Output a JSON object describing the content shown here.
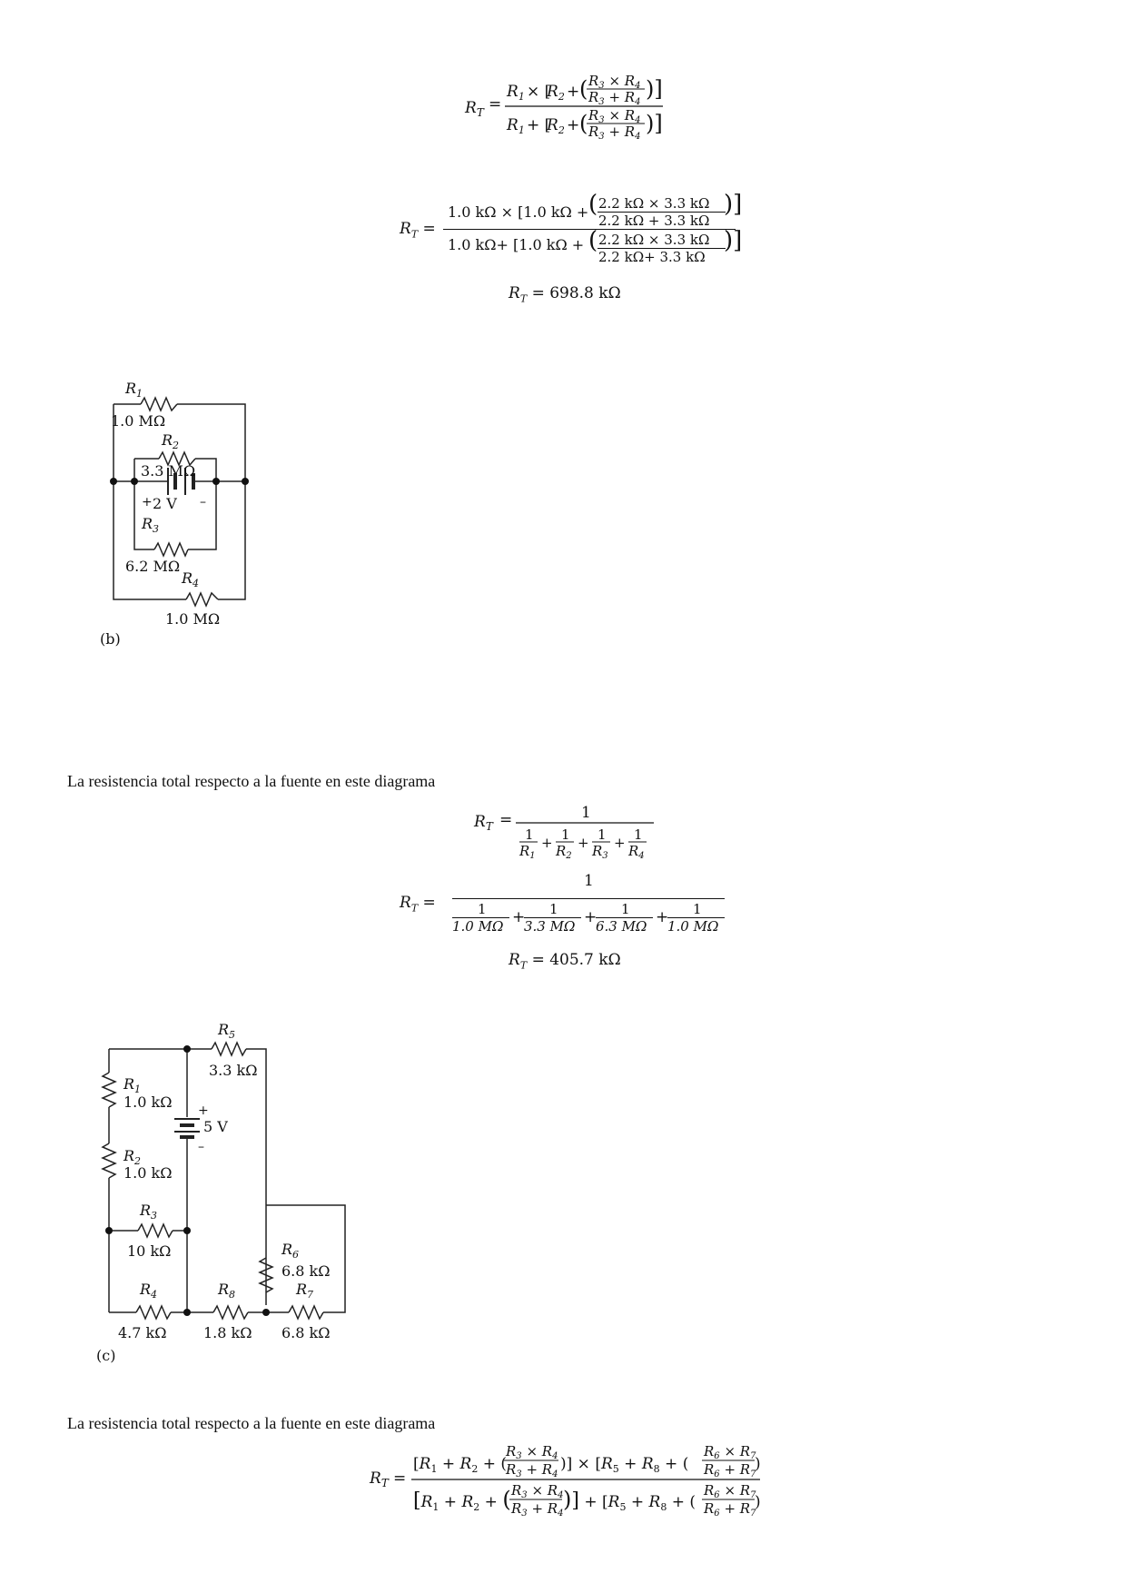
{
  "formula1": {
    "lhs": "R",
    "lhs_sub": "T",
    "equals": "=",
    "numerator": "R₁ × [R₂ + (R₃ × R₄ / R₃ + R₄)]",
    "denominator": "R₁ + [R₂ + (R₃ × R₄ / R₃ + R₄)]"
  },
  "substitution1": {
    "lead_num": "1.0 kΩ × [1.0 kΩ +",
    "lead_den": "1.0 kΩ+ [1.0 kΩ +",
    "frac_num": "2.2 kΩ × 3.3 kΩ",
    "frac_den": "2.2 kΩ + 3.3 kΩ",
    "frac_den2": "2.2 kΩ+ 3.3 kΩ"
  },
  "result1": {
    "text": "= 698.8 kΩ"
  },
  "circuit_b": {
    "label": "(b)",
    "r1": {
      "name": "R1",
      "value": "1.0 MΩ"
    },
    "r2": {
      "name": "R2",
      "value": "3.3 MΩ"
    },
    "r3": {
      "name": "R3",
      "value": "6.2 MΩ"
    },
    "r4": {
      "name": "R4",
      "value": "1.0 MΩ"
    },
    "source": {
      "value": "2 V",
      "plus": "+",
      "minus": "–"
    }
  },
  "paragraph1": "La resistencia total respecto a la fuente en este diagrama",
  "formula2": {
    "numerator": "1",
    "terms": [
      "1/R1",
      "1/R2",
      "1/R3",
      "1/R4"
    ]
  },
  "substitution2": {
    "numerator": "1",
    "terms": [
      "1.0 MΩ",
      "3.3 MΩ",
      "6.3 MΩ",
      "1.0 MΩ"
    ]
  },
  "result2": {
    "text": "= 405.7 kΩ"
  },
  "circuit_c": {
    "label": "(c)",
    "r1": {
      "name": "R1",
      "value": "1.0 kΩ"
    },
    "r2": {
      "name": "R2",
      "value": "1.0 kΩ"
    },
    "r3": {
      "name": "R3",
      "value": "10 kΩ"
    },
    "r4": {
      "name": "R4",
      "value": "4.7 kΩ"
    },
    "r5": {
      "name": "R5",
      "value": "3.3 kΩ"
    },
    "r6": {
      "name": "R6",
      "value": "6.8 kΩ"
    },
    "r7": {
      "name": "R7",
      "value": "6.8 kΩ"
    },
    "r8": {
      "name": "R8",
      "value": "1.8 kΩ"
    },
    "source": {
      "value": "5 V",
      "plus": "+",
      "minus": "–"
    }
  },
  "paragraph2": "La resistencia total respecto a la fuente en este diagrama",
  "formula3": {
    "numerator": "[R₁ + R₂ + (R₃ × R₄ / R₃ + R₄)] × [R₅ + R₈ + (R₆ × R₇ / R₆ + R₇)",
    "denominator": "[R₁ + R₂ + (R₃ × R₄ / R₃ + R₄)] + [R₅ + R₈ + (R₆ × R₇ / R₆ + R₇)"
  }
}
